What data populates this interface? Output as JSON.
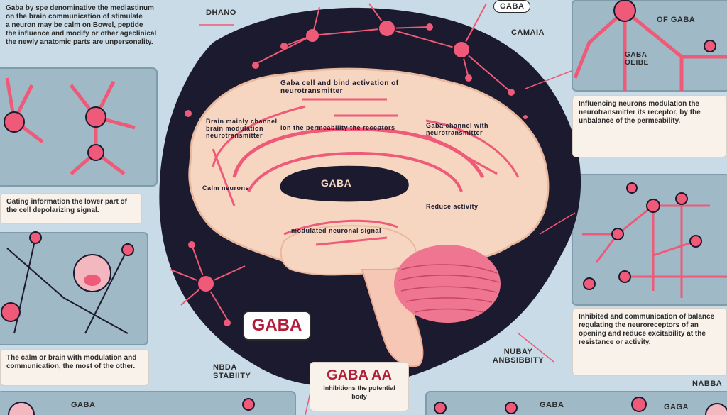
{
  "labels": {
    "gaba_center": "GABA",
    "gaba_tag": "GABA",
    "gaba_aa": "GABA AA",
    "gaba_top": "GABA",
    "of_gaba": "OF GABA",
    "gaba_oeibe": "GABA OEIBE",
    "dhano": "DHANO",
    "camaia": "CAMAIA",
    "nubay": "NUBAY\nANBSIBBITY",
    "nbda_stabiity": "NBDA\nSTABIITY",
    "nabba": "NABBA",
    "gaba_bottom_left": "GABA",
    "gaba_bottom_right": "GABA",
    "gaga_bottom": "GAGA"
  },
  "texts": {
    "top_left_1": "Gaba by spe denominative the mediastinum",
    "top_left_2": "on the brain communication of stimulate",
    "top_left_3": "a neuron may be calm on Bowel, peptide",
    "top_left_4": "the influence and modify or other ageclinical",
    "top_left_5": "the newly anatomic parts are unpersonality.",
    "left_mid_box": "Gating information the lower part of the cell depolarizing signal.",
    "left_bottom_box": "The calm or brain with modulation and communication, the most of the other.",
    "right_top_box": "Influencing neurons modulation the neurotransmitter its receptor, by the unbalance of the permeability.",
    "right_bottom_box": "Inhibited and communication of balance regulating the neuroreceptors of an opening and reduce excitability at the resistance or activity.",
    "bottom_center_box": "Inhibitions the potential body",
    "brain_1": "Gaba cell and bind activation of neurotransmitter",
    "brain_2": "Brain mainly channel brain modulation neurotransmitter",
    "brain_3": "ion the permeability the receptors",
    "brain_4": "Gaba channel with neurotransmitter",
    "brain_5": "Reduce activity",
    "brain_6": "Calm neurons",
    "brain_7": "modulated neuronal signal"
  },
  "colors": {
    "background": "#c9dbe6",
    "dark_head": "#1c1a2e",
    "brain": "#f6d6c0",
    "pink": "#ee5a78",
    "red_text": "#b21e3a",
    "panel": "#9fb9c7"
  }
}
